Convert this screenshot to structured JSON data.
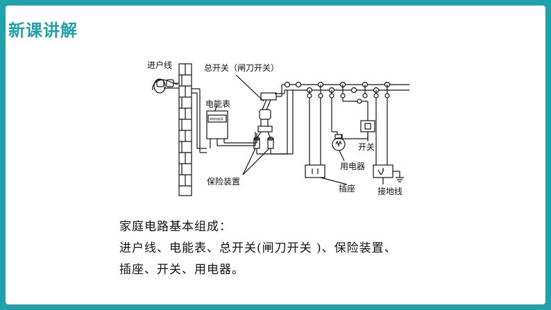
{
  "slide": {
    "title": "新课讲解",
    "accent_color": "#21A1A9"
  },
  "diagram": {
    "labels": {
      "incoming_line": "进户线",
      "main_switch": "总开关（闸刀开关）",
      "meter": "电能表",
      "meter_face": "单相电能表",
      "protection": "保险装置",
      "switch": "开关",
      "appliance": "用电器",
      "socket": "插座",
      "ground": "接地线"
    }
  },
  "body": {
    "line1": "家庭电路基本组成：",
    "line2": "进户线、电能表、总开关(闸刀开关 )、保险装置、",
    "line3": "插座、开关、用电器。"
  }
}
